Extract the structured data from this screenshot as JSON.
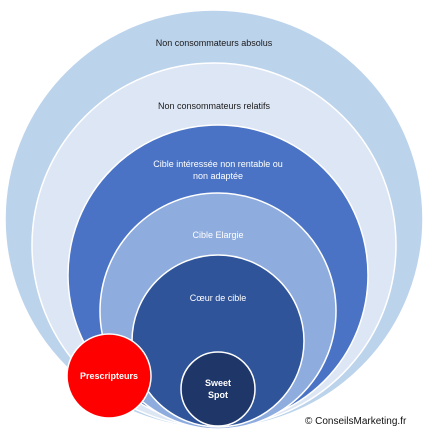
{
  "rings": {
    "absolute_non_consumers": {
      "label": "Non consommateurs absolus",
      "color": "#bcd3ec"
    },
    "relative_non_consumers": {
      "label": "Non consommateurs relatifs",
      "color": "#dde6f4"
    },
    "unprofitable_target": {
      "label": "Cible intéressée non rentable ou\nnon adaptée",
      "color": "#4a73c5"
    },
    "extended_target": {
      "label": "Cible Elargie",
      "color": "#8facdf"
    },
    "core_target": {
      "label": "Cœur de cible",
      "color": "#2f5499"
    },
    "sweet_spot": {
      "label": "Sweet\nSpot",
      "color": "#1f3669"
    }
  },
  "prescribers": {
    "label": "Prescripteurs",
    "color": "#ff0000"
  },
  "copyright": "© ConseilsMarketing.fr"
}
